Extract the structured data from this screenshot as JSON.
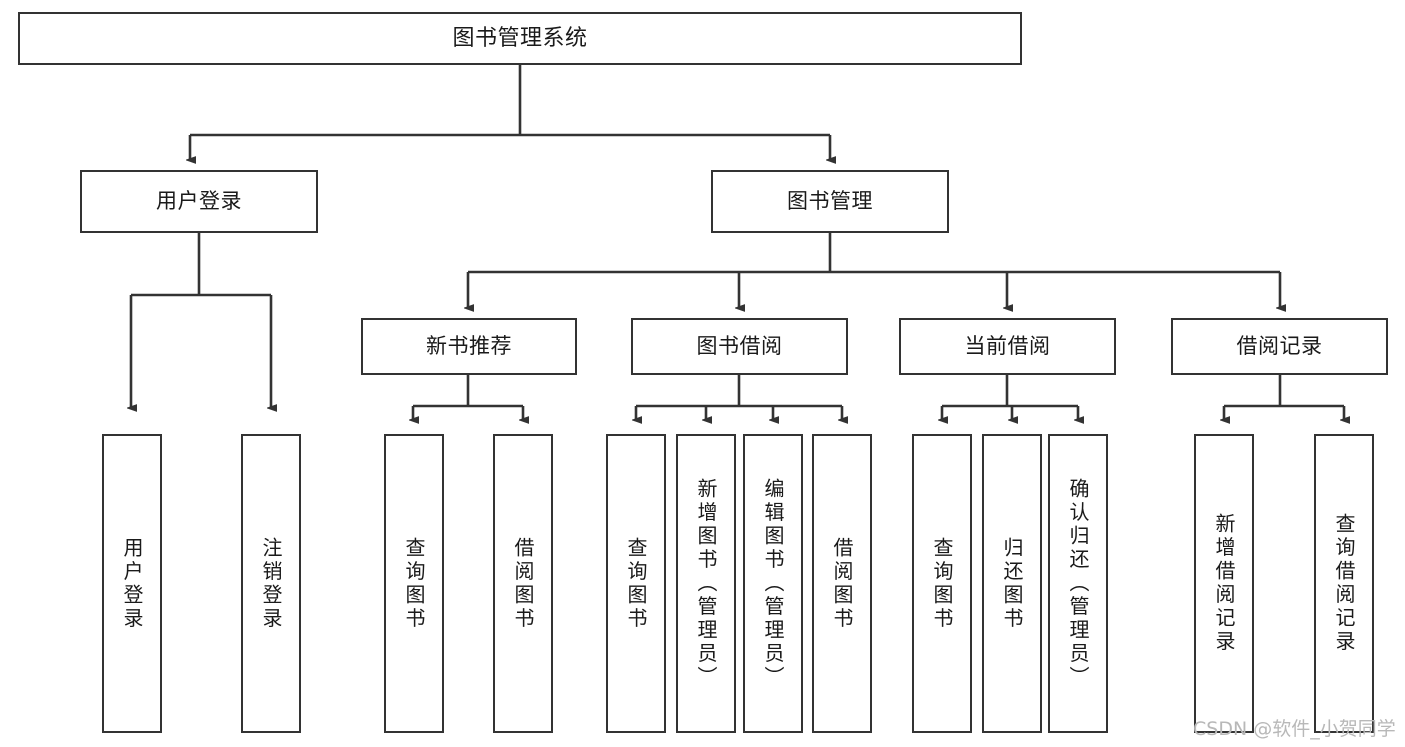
{
  "diagram": {
    "title": "图书管理系统",
    "type": "tree-hierarchy-chart",
    "colors": {
      "box_border": "#333333",
      "box_fill": "#ffffff",
      "connector": "#333333",
      "text": "#1a1a1a",
      "watermark": "#b8b8b8",
      "background": "#ffffff"
    },
    "nodes": {
      "root": {
        "label": "图书管理系统"
      },
      "level2": [
        {
          "id": "user-login",
          "label": "用户登录"
        },
        {
          "id": "book-management",
          "label": "图书管理"
        }
      ],
      "level3": [
        {
          "id": "new-book-recommend",
          "label": "新书推荐"
        },
        {
          "id": "book-borrow",
          "label": "图书借阅"
        },
        {
          "id": "current-borrow",
          "label": "当前借阅"
        },
        {
          "id": "borrow-record",
          "label": "借阅记录"
        }
      ],
      "leaves": [
        {
          "id": "leaf-user-login",
          "label": "用户登录"
        },
        {
          "id": "leaf-logout-login",
          "label": "注销登录"
        },
        {
          "id": "leaf-query-book-1",
          "label": "查询图书"
        },
        {
          "id": "leaf-borrow-book-1",
          "label": "借阅图书"
        },
        {
          "id": "leaf-query-book-2",
          "label": "查询图书"
        },
        {
          "id": "leaf-add-book-admin",
          "label": "新增图书（管理员）"
        },
        {
          "id": "leaf-edit-book-admin",
          "label": "编辑图书（管理员）"
        },
        {
          "id": "leaf-borrow-book-2",
          "label": "借阅图书"
        },
        {
          "id": "leaf-query-book-3",
          "label": "查询图书"
        },
        {
          "id": "leaf-return-book",
          "label": "归还图书"
        },
        {
          "id": "leaf-confirm-return-admin",
          "label": "确认归还（管理员）"
        },
        {
          "id": "leaf-add-borrow-record",
          "label": "新增借阅记录"
        },
        {
          "id": "leaf-query-borrow-record",
          "label": "查询借阅记录"
        }
      ]
    },
    "watermark": "CSDN @软件_小贺同学"
  }
}
